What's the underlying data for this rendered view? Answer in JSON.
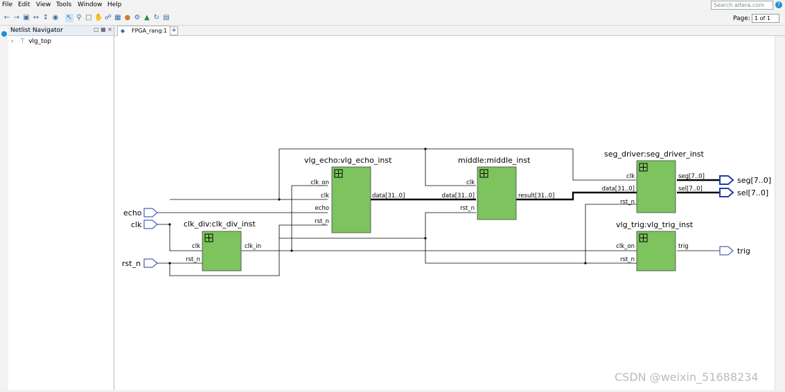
{
  "menu": [
    "File",
    "Edit",
    "View",
    "Tools",
    "Window",
    "Help"
  ],
  "search_placeholder": "Search altera.com",
  "toolbar_icons": [
    "back-icon",
    "forward-icon",
    "fit-icon",
    "collapse-icon",
    "expand-icon",
    "binoculars-icon",
    "select-icon",
    "zoom-icon",
    "fit-window-icon",
    "hand-icon",
    "trace-icon",
    "netlist-icon",
    "color-icon",
    "settings-icon",
    "filter-icon",
    "refresh-icon",
    "export-icon"
  ],
  "page": {
    "label": "Page:",
    "value": "1 of 1"
  },
  "navigator": {
    "title": "Netlist Navigator",
    "tree_item": "vlg_top"
  },
  "tab": {
    "label": "FPGA_rang:1",
    "add": "+"
  },
  "ports": {
    "echo": "echo",
    "clk": "clk",
    "rst_n": "rst_n",
    "seg": "seg[7..0]",
    "sel": "sel[7..0]",
    "trig": "trig"
  },
  "blocks": {
    "clk_div": {
      "title": "clk_div:clk_div_inst",
      "in": [
        "clk",
        "rst_n"
      ],
      "out": [
        "clk_in"
      ]
    },
    "vlg_echo": {
      "title": "vlg_echo:vlg_echo_inst",
      "in": [
        "clk_on",
        "clk",
        "echo",
        "rst_n"
      ],
      "out": [
        "data[31..0]"
      ]
    },
    "middle": {
      "title": "middle:middle_inst",
      "in": [
        "clk",
        "data[31..0]",
        "rst_n"
      ],
      "out": [
        "result[31..0]"
      ]
    },
    "seg_driver": {
      "title": "seg_driver:seg_driver_inst",
      "in": [
        "clk",
        "data[31..0]",
        "rst_n"
      ],
      "out": [
        "seg[7..0]",
        "sel[7..0]"
      ]
    },
    "vlg_trig": {
      "title": "vlg_trig:vlg_trig_inst",
      "in": [
        "clk_on",
        "rst_n"
      ],
      "out": [
        "trig"
      ]
    }
  },
  "watermark": "CSDN @weixin_51688234",
  "colors": {
    "block_fill": "#7dc35e",
    "port_stroke": "#1b3ea8",
    "wire": "#000000"
  }
}
